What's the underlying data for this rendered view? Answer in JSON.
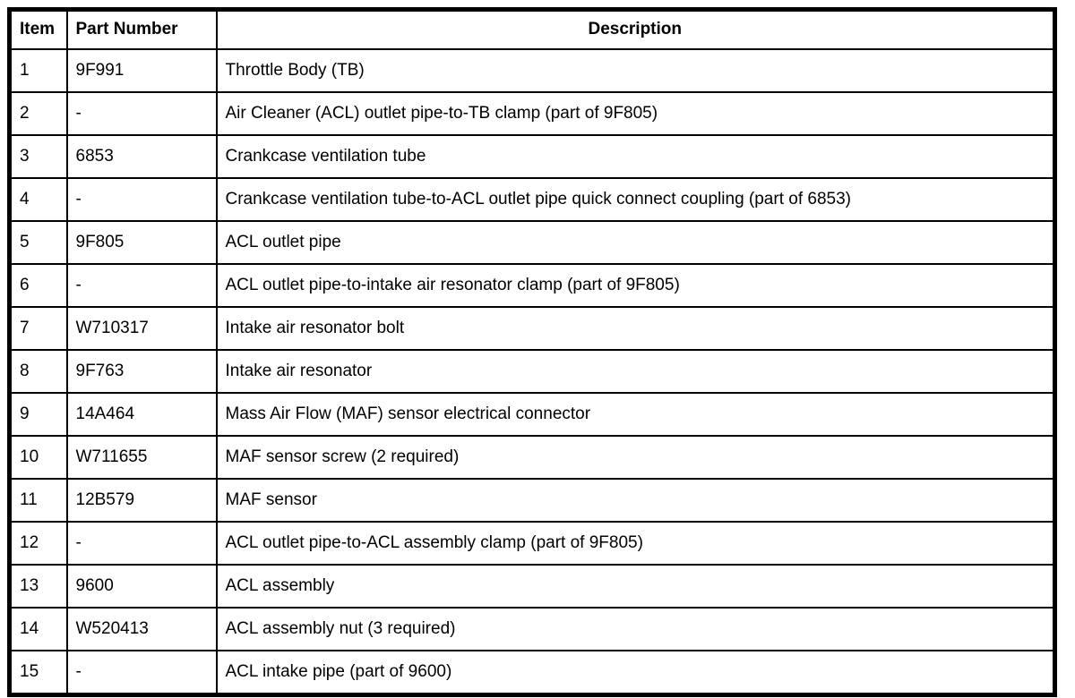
{
  "table": {
    "title": "air-cleaner-parts-table",
    "colors": {
      "border": "#000000",
      "text": "#000000",
      "background": "#ffffff"
    },
    "headers": {
      "item": "Item",
      "part_number": "Part Number",
      "description": "Description"
    },
    "rows": [
      {
        "item": "1",
        "part_number": "9F991",
        "description": "Throttle Body (TB)"
      },
      {
        "item": "2",
        "part_number": "-",
        "description": "Air Cleaner (ACL) outlet pipe-to-TB clamp (part of 9F805)"
      },
      {
        "item": "3",
        "part_number": "6853",
        "description": "Crankcase ventilation tube"
      },
      {
        "item": "4",
        "part_number": "-",
        "description": "Crankcase ventilation tube-to-ACL outlet pipe quick connect coupling (part of 6853)"
      },
      {
        "item": "5",
        "part_number": "9F805",
        "description": "ACL outlet pipe"
      },
      {
        "item": "6",
        "part_number": "-",
        "description": "ACL outlet pipe-to-intake air resonator clamp (part of 9F805)"
      },
      {
        "item": "7",
        "part_number": "W710317",
        "description": "Intake air resonator bolt"
      },
      {
        "item": "8",
        "part_number": "9F763",
        "description": "Intake air resonator"
      },
      {
        "item": "9",
        "part_number": "14A464",
        "description": "Mass Air Flow (MAF) sensor electrical connector"
      },
      {
        "item": "10",
        "part_number": "W711655",
        "description": "MAF sensor screw (2 required)"
      },
      {
        "item": "11",
        "part_number": "12B579",
        "description": "MAF sensor"
      },
      {
        "item": "12",
        "part_number": "-",
        "description": "ACL outlet pipe-to-ACL assembly clamp (part of 9F805)"
      },
      {
        "item": "13",
        "part_number": "9600",
        "description": "ACL assembly"
      },
      {
        "item": "14",
        "part_number": "W520413",
        "description": "ACL assembly nut (3 required)"
      },
      {
        "item": "15",
        "part_number": "-",
        "description": "ACL intake pipe (part of 9600)"
      }
    ]
  }
}
